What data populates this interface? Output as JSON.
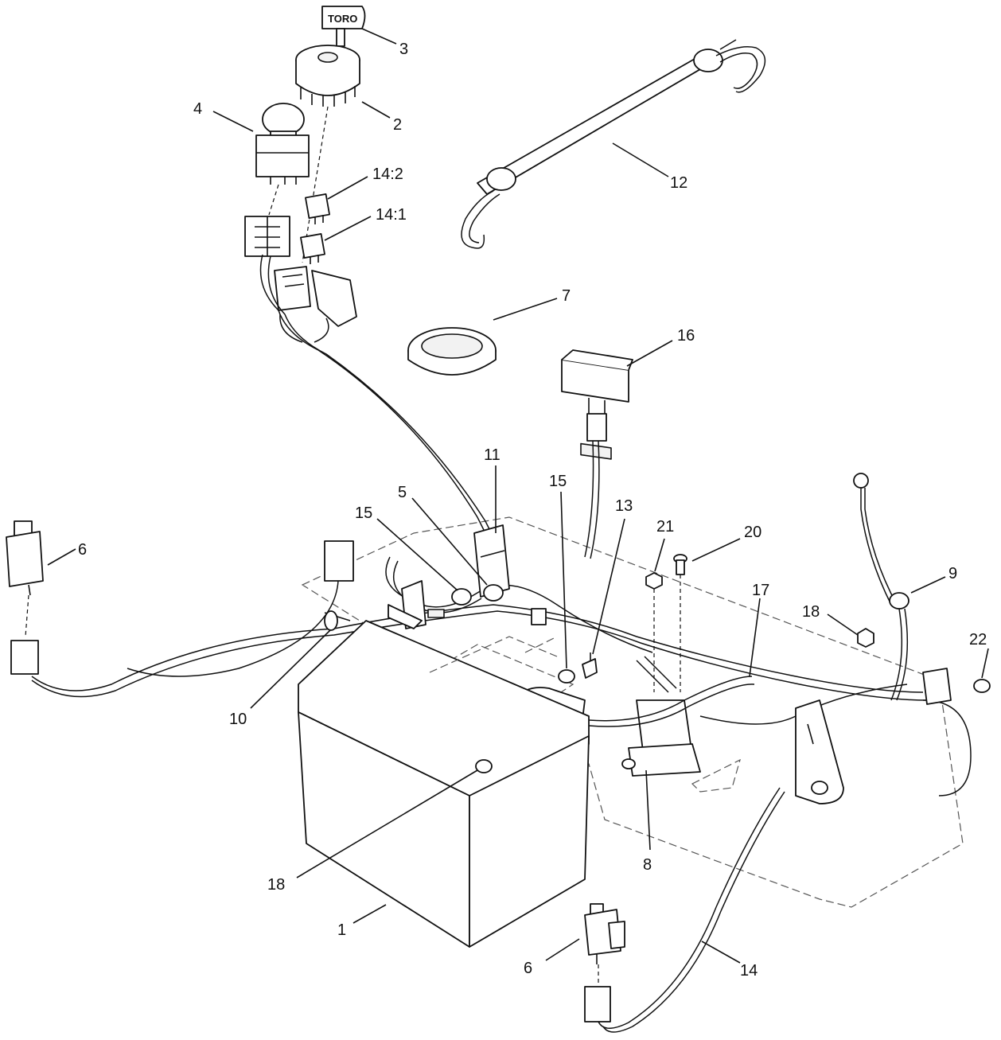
{
  "diagram": {
    "brand_on_key": "TORO",
    "callouts": [
      {
        "id": "c3",
        "label": "3"
      },
      {
        "id": "c2",
        "label": "2"
      },
      {
        "id": "c4",
        "label": "4"
      },
      {
        "id": "c14-2",
        "label": "14:2"
      },
      {
        "id": "c14-1",
        "label": "14:1"
      },
      {
        "id": "c12",
        "label": "12"
      },
      {
        "id": "c7",
        "label": "7"
      },
      {
        "id": "c16",
        "label": "16"
      },
      {
        "id": "c11",
        "label": "11"
      },
      {
        "id": "c15a",
        "label": "15"
      },
      {
        "id": "c15b",
        "label": "15"
      },
      {
        "id": "c5",
        "label": "5"
      },
      {
        "id": "c13",
        "label": "13"
      },
      {
        "id": "c21",
        "label": "21"
      },
      {
        "id": "c20",
        "label": "20"
      },
      {
        "id": "c6a",
        "label": "6"
      },
      {
        "id": "c9",
        "label": "9"
      },
      {
        "id": "c17",
        "label": "17"
      },
      {
        "id": "c18a",
        "label": "18"
      },
      {
        "id": "c22",
        "label": "22"
      },
      {
        "id": "c10",
        "label": "10"
      },
      {
        "id": "c8",
        "label": "8"
      },
      {
        "id": "c18b",
        "label": "18"
      },
      {
        "id": "c1",
        "label": "1"
      },
      {
        "id": "c6b",
        "label": "6"
      },
      {
        "id": "c14",
        "label": "14"
      }
    ]
  }
}
